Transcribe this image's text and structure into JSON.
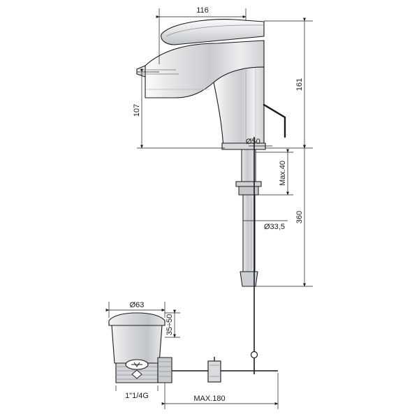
{
  "drawing": {
    "title": "Basin mixer tap technical dimension drawing",
    "units": "mm",
    "line_color": "#1a1a1a",
    "fill_light": "#e9eaec",
    "fill_mid": "#d2d4d7",
    "fill_dark": "#b9bcc0"
  },
  "dimensions": {
    "spout_reach": "116",
    "total_height": "161",
    "spout_height": "107",
    "base_diameter": "Ø50",
    "thread_diameter": "Ø33,5",
    "max_thickness": "Max.40",
    "tail_length": "360",
    "waste_flange_diameter": "Ø63",
    "waste_height": "35÷50",
    "waste_thread": "1\"1/4G",
    "max_rod_length": "MAX.180"
  },
  "labels": {
    "d1": "116",
    "d2": "161",
    "d3": "107",
    "d4": "Ø50",
    "d5": "Max.40",
    "d6": "Ø33,5",
    "d7": "360",
    "d8": "Ø63",
    "d9": "35÷50",
    "d10": "1\"1/4G",
    "d11": "MAX.180"
  }
}
